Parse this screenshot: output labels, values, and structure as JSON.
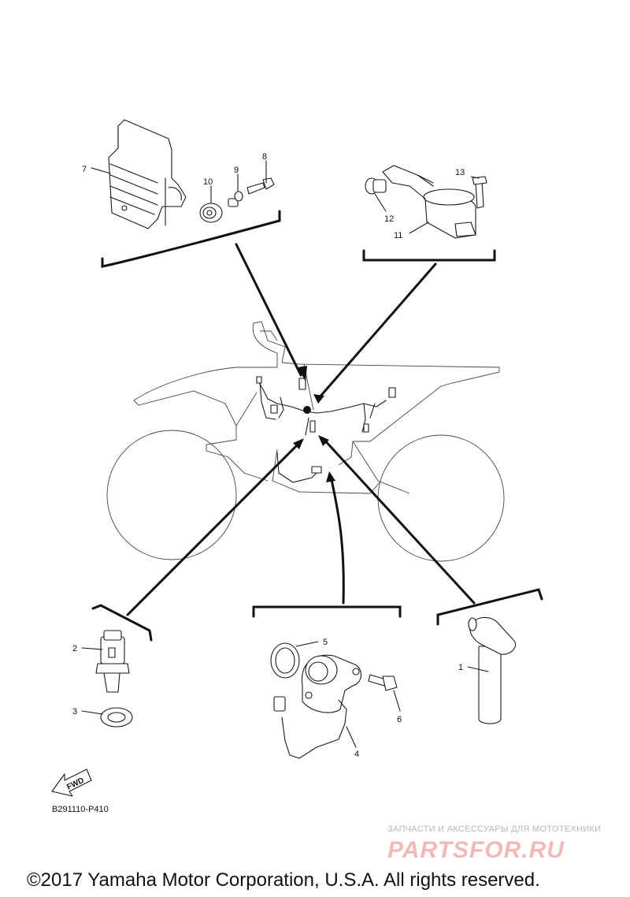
{
  "diagram": {
    "code": "B291110-P410",
    "fwd_label": "FWD",
    "copyright": "©2017 Yamaha Motor Corporation, U.S.A. All rights reserved.",
    "callouts": [
      "1",
      "2",
      "3",
      "4",
      "5",
      "6",
      "7",
      "8",
      "9",
      "10",
      "11",
      "12",
      "13"
    ]
  },
  "watermark": {
    "tagline": "ЗАПЧАСТИ И АКСЕССУАРЫ ДЛЯ МОТОТЕХНИКИ",
    "logo": "PARTSFOR.RU",
    "color": "#f2b9b9"
  }
}
